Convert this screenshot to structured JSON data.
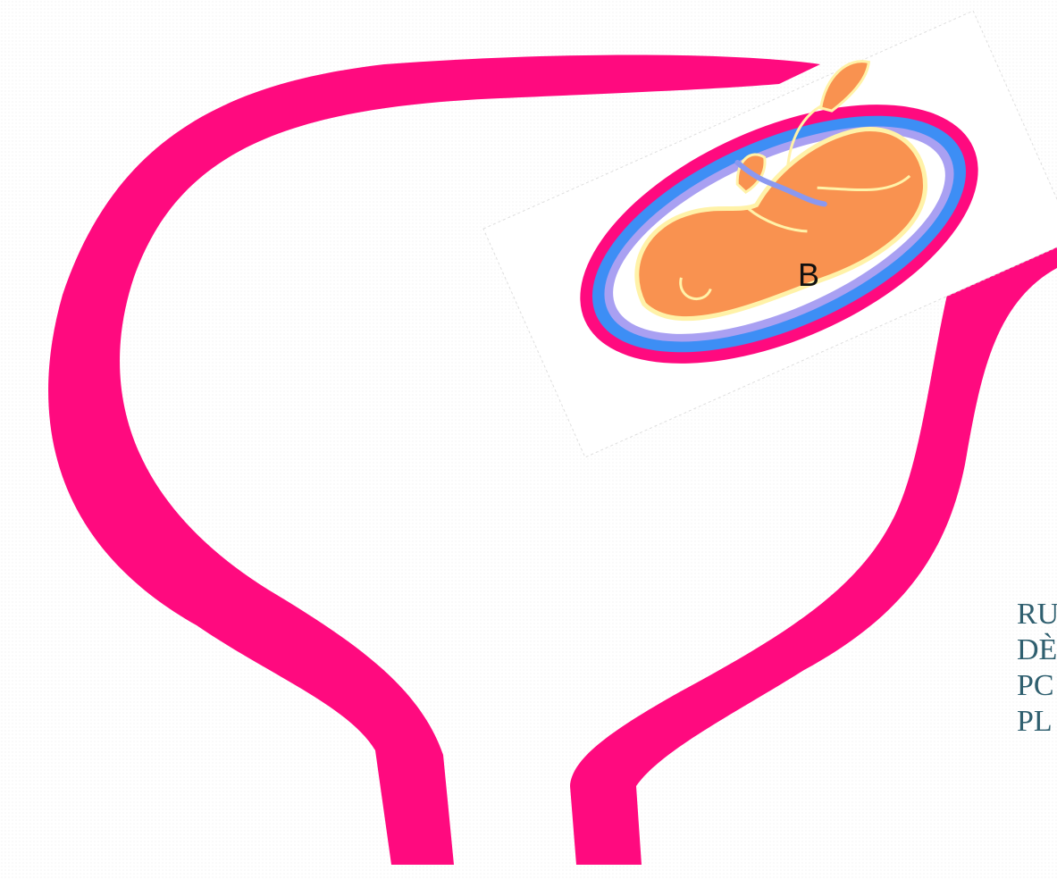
{
  "diagram": {
    "label_b": "B",
    "side_lines": [
      "RU",
      "DÈ",
      "PC",
      "PL"
    ]
  },
  "colors": {
    "uterus_wall": "#ff0a7f",
    "membrane_blue": "#3d8ef5",
    "membrane_lavender": "#a9a0f2",
    "fetus": "#f99250",
    "fetus_outline": "#fff2a8",
    "umbilical_cord": "#8a98f0",
    "label_text": "#111111",
    "side_text": "#2f5f6f"
  }
}
